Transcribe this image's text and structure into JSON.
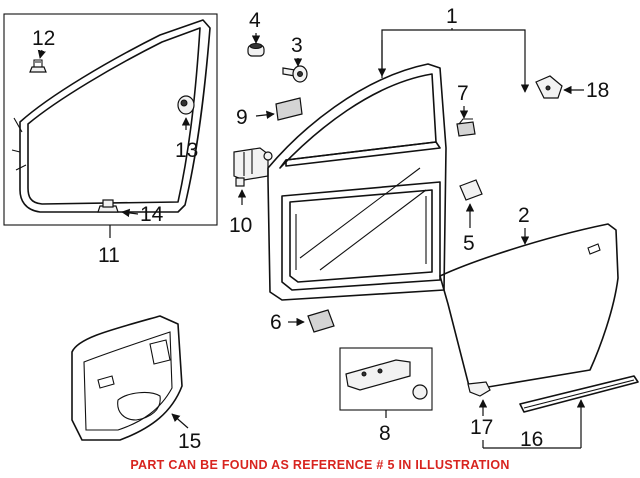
{
  "callouts": {
    "c1": "1",
    "c2": "2",
    "c3": "3",
    "c4": "4",
    "c5": "5",
    "c6": "6",
    "c7": "7",
    "c8": "8",
    "c9": "9",
    "c10": "10",
    "c11": "11",
    "c12": "12",
    "c13": "13",
    "c14": "14",
    "c15": "15",
    "c16": "16",
    "c17": "17",
    "c18": "18"
  },
  "footer": {
    "note": "PART CAN BE FOUND AS REFERENCE # 5 IN ILLUSTRATION"
  },
  "colors": {
    "line": "#111111",
    "note": "#d8241f",
    "shading": "#d4d4d4"
  }
}
